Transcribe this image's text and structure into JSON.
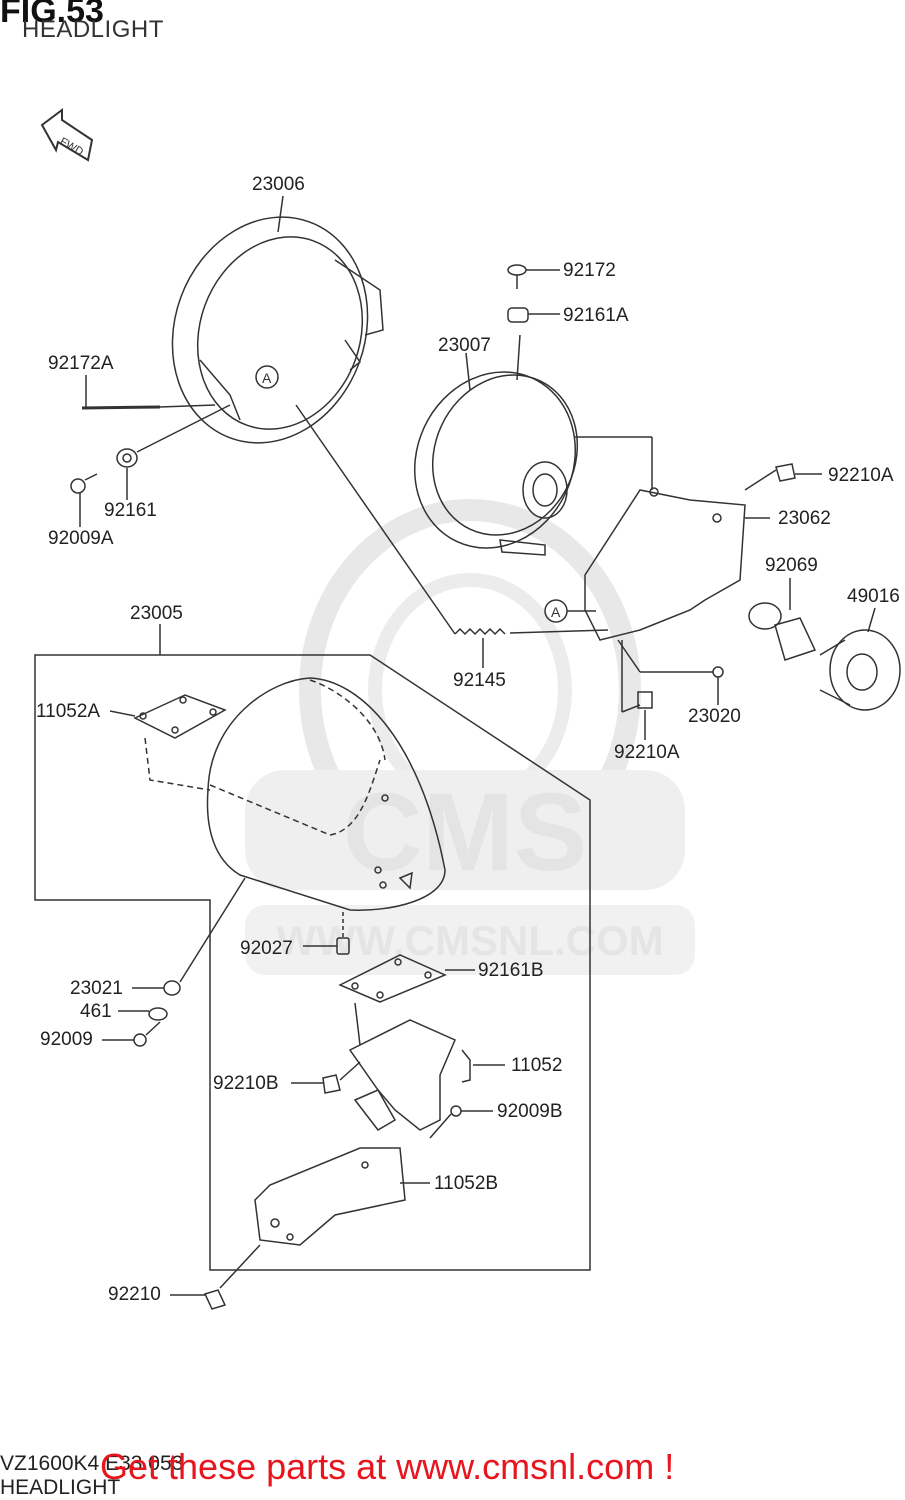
{
  "figure": {
    "number": "FIG.53",
    "title": "HEADLIGHT"
  },
  "direction_marker": "FWD",
  "reference_mark": "A",
  "watermark": {
    "brand": "CMS",
    "url": "WWW.CMSNL.COM"
  },
  "parts": [
    {
      "id": "p23006",
      "number": "23006"
    },
    {
      "id": "p92172",
      "number": "92172"
    },
    {
      "id": "p92161A",
      "number": "92161A"
    },
    {
      "id": "p23007",
      "number": "23007"
    },
    {
      "id": "p92172A",
      "number": "92172A"
    },
    {
      "id": "p92210A_top",
      "number": "92210A"
    },
    {
      "id": "p92161",
      "number": "92161"
    },
    {
      "id": "p23062",
      "number": "23062"
    },
    {
      "id": "p92009A",
      "number": "92009A"
    },
    {
      "id": "p92069",
      "number": "92069"
    },
    {
      "id": "p49016",
      "number": "49016"
    },
    {
      "id": "p23005",
      "number": "23005"
    },
    {
      "id": "p92145",
      "number": "92145"
    },
    {
      "id": "p11052A",
      "number": "11052A"
    },
    {
      "id": "p23020",
      "number": "23020"
    },
    {
      "id": "p92210A_bot",
      "number": "92210A"
    },
    {
      "id": "p92027",
      "number": "92027"
    },
    {
      "id": "p92161B",
      "number": "92161B"
    },
    {
      "id": "p23021",
      "number": "23021"
    },
    {
      "id": "p461",
      "number": "461"
    },
    {
      "id": "p92009",
      "number": "92009"
    },
    {
      "id": "p11052",
      "number": "11052"
    },
    {
      "id": "p92210B",
      "number": "92210B"
    },
    {
      "id": "p92009B",
      "number": "92009B"
    },
    {
      "id": "p11052B",
      "number": "11052B"
    },
    {
      "id": "p92210",
      "number": "92210"
    }
  ],
  "footer": {
    "model_code": "VZ1600K4 E33 053",
    "subtitle": "HEADLIGHT",
    "promo": "Get these parts at www.cmsnl.com !"
  },
  "colors": {
    "promo": "#e8141e",
    "line": "#333333",
    "watermark": "#d8d8d8"
  }
}
